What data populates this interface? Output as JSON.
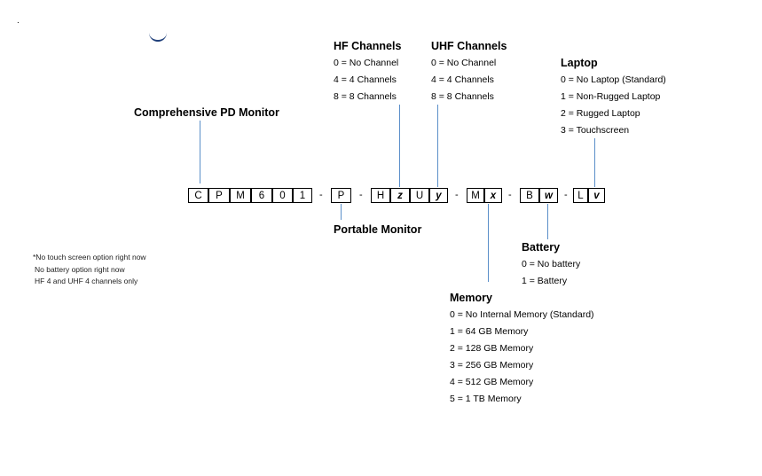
{
  "dot": ".",
  "notes": [
    "*No touch screen option right now",
    "No battery option right now",
    "HF 4 and UHF 4 channels only"
  ],
  "code_cells": [
    "C",
    "P",
    "M",
    "6",
    "0",
    "1",
    "-",
    "P",
    "-",
    "H",
    "z",
    "U",
    "y",
    "-",
    "M",
    "x",
    "-",
    "B",
    "w",
    "-",
    "L",
    "v"
  ],
  "groups": {
    "comprehensive": {
      "title": "Comprehensive PD Monitor"
    },
    "portable": {
      "title": "Portable Monitor"
    },
    "hf": {
      "title": "HF Channels",
      "options": [
        "0 = No Channel",
        "4 = 4 Channels",
        "8 = 8  Channels"
      ]
    },
    "uhf": {
      "title": "UHF Channels",
      "options": [
        "0 = No Channel",
        "4 = 4 Channels",
        "8 = 8  Channels"
      ]
    },
    "laptop": {
      "title": "Laptop",
      "options": [
        "0 = No Laptop (Standard)",
        "1 = Non-Rugged Laptop",
        "2 = Rugged Laptop",
        "3 = Touchscreen"
      ]
    },
    "battery": {
      "title": "Battery",
      "options": [
        "0 = No battery",
        "1 = Battery"
      ]
    },
    "memory": {
      "title": "Memory",
      "options": [
        "0 = No Internal Memory (Standard)",
        "1 = 64 GB Memory",
        "2 = 128 GB Memory",
        "3 = 256 GB Memory",
        "4 = 512 GB Memory",
        "5 = 1 TB Memory"
      ]
    }
  },
  "colors": {
    "connector": "#5b8fc9",
    "arc": "#1f3f7a"
  }
}
